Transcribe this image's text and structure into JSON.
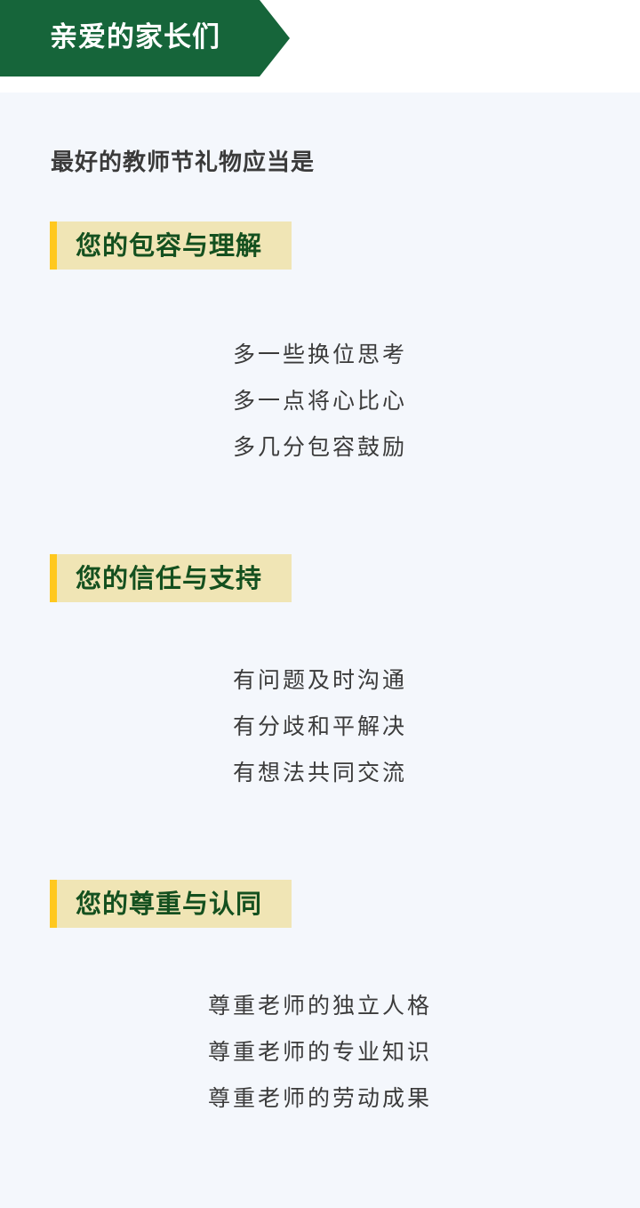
{
  "header": {
    "title": "亲爱的家长们"
  },
  "intro": "最好的教师节礼物应当是",
  "sections": [
    {
      "label": "您的包容与理解",
      "lines": [
        "多一些换位思考",
        "多一点将心比心",
        "多几分包容鼓励"
      ]
    },
    {
      "label": "您的信任与支持",
      "lines": [
        "有问题及时沟通",
        "有分歧和平解决",
        "有想法共同交流"
      ]
    },
    {
      "label": "您的尊重与认同",
      "lines": [
        "尊重老师的独立人格",
        "尊重老师的专业知识",
        "尊重老师的劳动成果"
      ]
    }
  ],
  "colors": {
    "banner": "#16653a",
    "label_bg": "#f0e5b5",
    "label_bar": "#ffc81e",
    "label_text": "#14501f",
    "content_bg": "#f4f7fc"
  }
}
